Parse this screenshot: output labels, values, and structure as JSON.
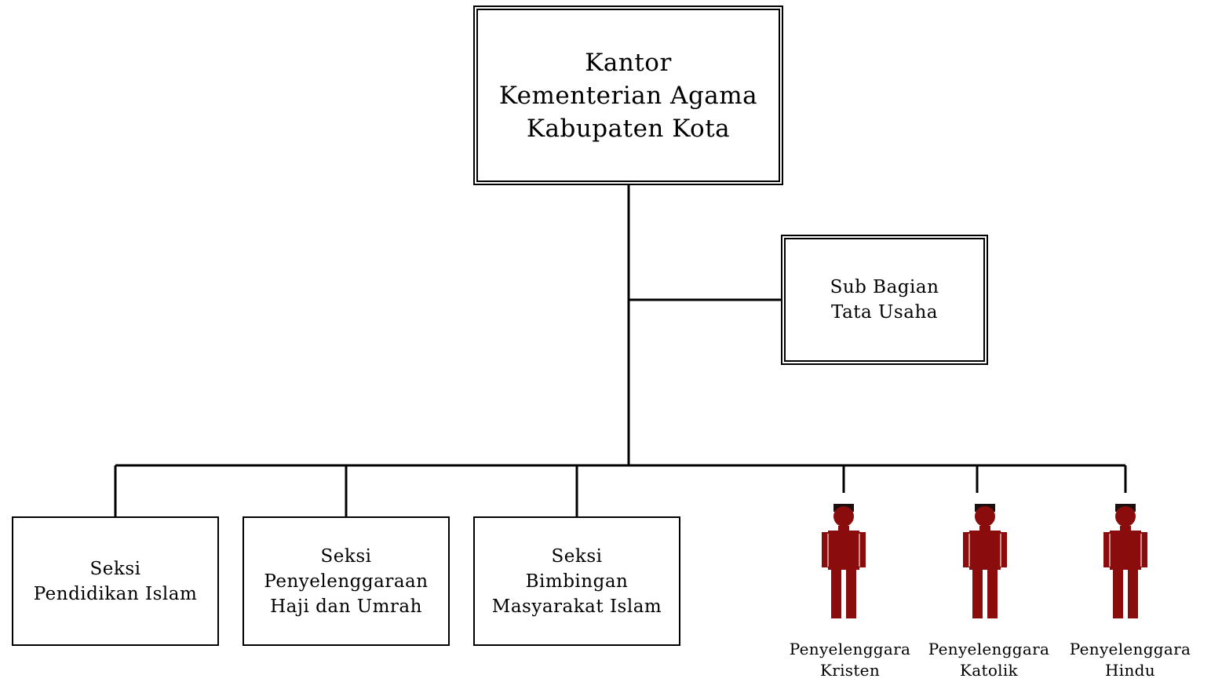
{
  "top_office": {
    "lines": [
      "Kantor",
      "Kementerian Agama",
      "Kabupaten Kota"
    ]
  },
  "sub_bagian": {
    "lines": [
      "Sub Bagian",
      "Tata Usaha"
    ]
  },
  "units": [
    {
      "lines": [
        "Seksi",
        "Pendidikan Islam"
      ]
    },
    {
      "lines": [
        "Seksi",
        "Penyelenggaraan",
        "Haji dan Umrah"
      ]
    },
    {
      "lines": [
        "Seksi",
        "Bimbingan",
        "Masyarakat Islam"
      ]
    }
  ],
  "staff": [
    {
      "lines": [
        "Penyelenggara",
        "Kristen"
      ],
      "icon": "person-icon"
    },
    {
      "lines": [
        "Penyelenggara",
        "Katolik"
      ],
      "icon": "person-icon"
    },
    {
      "lines": [
        "Penyelenggara",
        "Hindu"
      ],
      "icon": "person-icon"
    }
  ],
  "colors": {
    "line": "#000000",
    "person": "#8b0c0c",
    "person_head_top": "#1e0f0f"
  }
}
